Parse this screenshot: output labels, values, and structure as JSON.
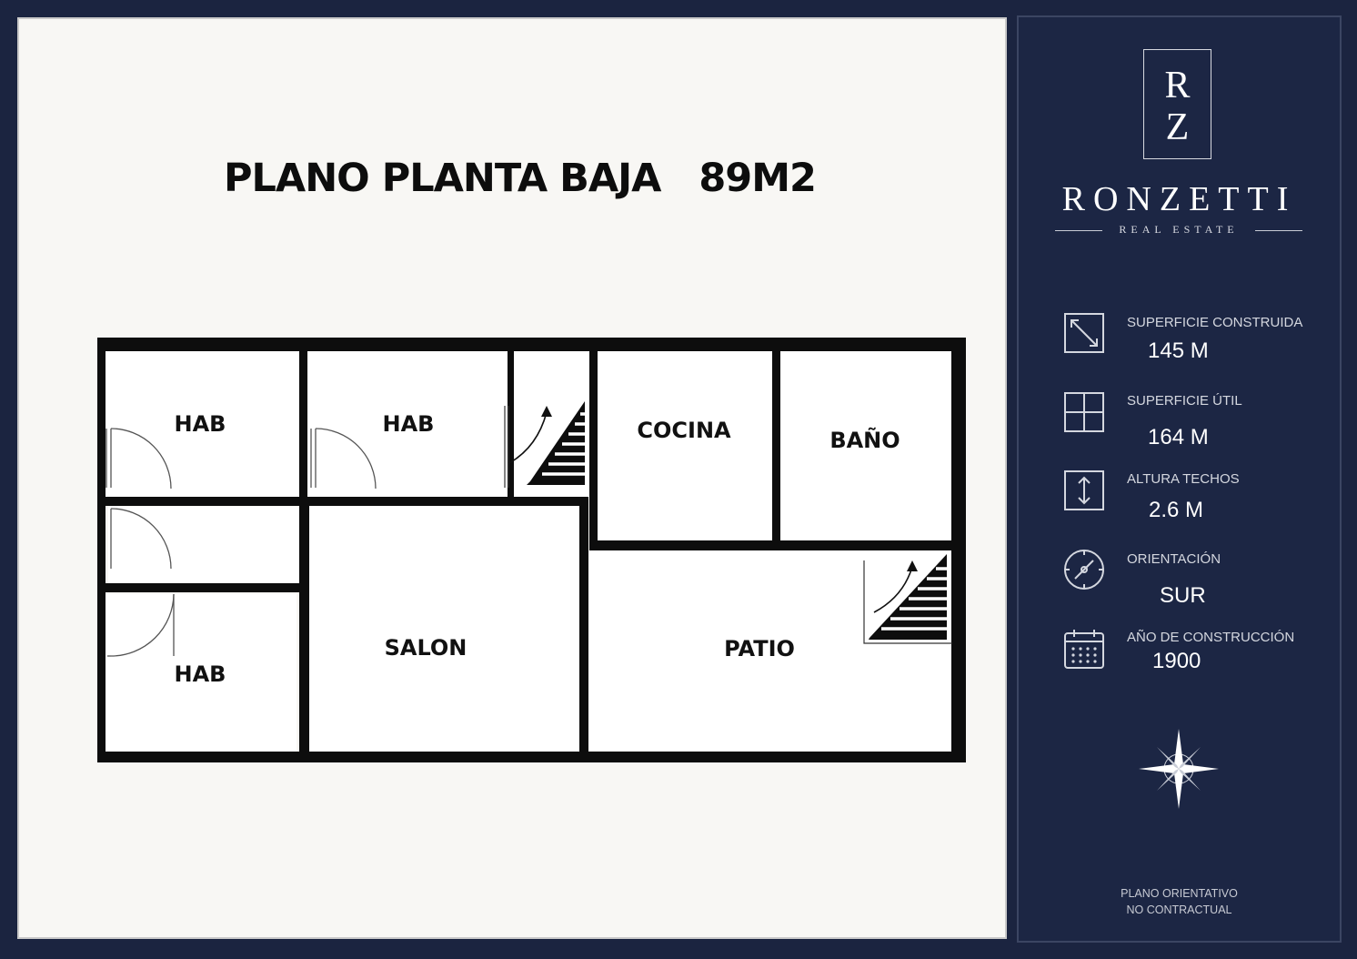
{
  "plan": {
    "title": "PLANO PLANTA BAJA   89M2",
    "rooms": {
      "hab_top_left": "HAB",
      "hab_top_mid": "HAB",
      "hab_bottom_left": "HAB",
      "cocina": "COCINA",
      "bano": "BAÑO",
      "salon": "SALON",
      "patio": "PATIO"
    }
  },
  "brand": {
    "logo_top": "R",
    "logo_bottom": "Z",
    "name": "RONZETTI",
    "subtitle": "REAL ESTATE"
  },
  "specs": [
    {
      "label": "SUPERFICIE CONSTRUIDA",
      "value": "145 M",
      "icon": "area-diagonal-icon"
    },
    {
      "label": "SUPERFICIE ÚTIL",
      "value": "164 M",
      "icon": "floor-grid-icon"
    },
    {
      "label": "ALTURA TECHOS",
      "value": "2.6 M",
      "icon": "height-arrow-icon"
    },
    {
      "label": "ORIENTACIÓN",
      "value": "SUR",
      "icon": "compass-dial-icon"
    },
    {
      "label": "AÑO DE CONSTRUCCIÓN",
      "value": "1900",
      "icon": "calendar-icon"
    }
  ],
  "disclaimer": {
    "line1": "PLANO ORIENTATIVO",
    "line2": "NO CONTRACTUAL"
  },
  "colors": {
    "navy": "#1c2644",
    "paper": "#f8f7f4",
    "wall": "#0d0d0d"
  }
}
